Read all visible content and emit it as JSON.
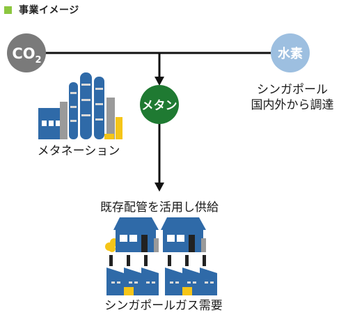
{
  "header": {
    "title": "事業イメージ",
    "accent_color": "#8cc63f"
  },
  "nodes": {
    "co2": {
      "label": "CO2",
      "color": "#7a7a7a"
    },
    "hydrogen": {
      "label": "水素",
      "color": "#9dbfe0"
    },
    "methane": {
      "label": "メタン",
      "color": "#1f7a32"
    }
  },
  "captions": {
    "hydrogen_source_line1": "シンガポール",
    "hydrogen_source_line2": "国内外から調達",
    "methanation": "メタネーション",
    "pipeline": "既存配管を活用し供給",
    "demand": "シンガポールガス需要"
  },
  "icons": [
    "methanation-plant-icon",
    "houses-icon",
    "factories-icon"
  ],
  "colors": {
    "building_blue": "#2f6aa8",
    "accent_yellow": "#f5c518",
    "line": "#111111"
  }
}
